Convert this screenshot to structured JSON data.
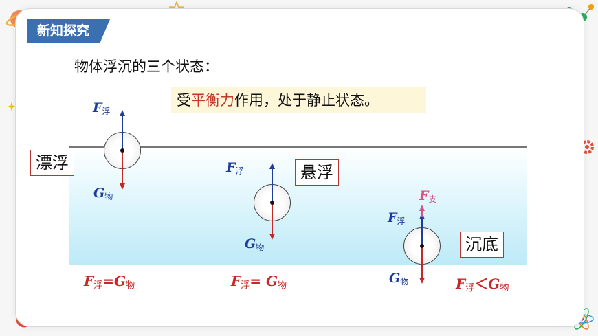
{
  "section_tag": "新知探究",
  "heading": "物体浮沉的三个状态：",
  "note": {
    "prefix": "受",
    "highlight": "平衡力",
    "suffix": "作用，处于静止状态。"
  },
  "states": [
    {
      "box": "漂浮",
      "f_up": "F",
      "f_up_sub": "浮",
      "g": "G",
      "g_sub": "物",
      "eq": {
        "l": "F",
        "l_sub": "浮",
        "op": "=",
        "r": "G",
        "r_sub": "物"
      }
    },
    {
      "box": "悬浮",
      "f_up": "F",
      "f_up_sub": "浮",
      "g": "G",
      "g_sub": "物",
      "eq": {
        "l": "F",
        "l_sub": "浮",
        "op": "= ",
        "r": "G",
        "r_sub": "物"
      }
    },
    {
      "box": "沉底",
      "f_up": "F",
      "f_up_sub": "浮",
      "f_sup": "F",
      "f_sup_sub": "支",
      "g": "G",
      "g_sub": "物",
      "eq": {
        "l": "F",
        "l_sub": "浮",
        "op": "＜",
        "r": "G",
        "r_sub": "物"
      }
    }
  ],
  "colors": {
    "tag": "#3a6fb0",
    "force_up": "#1e3c9a",
    "weight": "#c62828",
    "support": "#d05585",
    "equation": "#c62828"
  }
}
